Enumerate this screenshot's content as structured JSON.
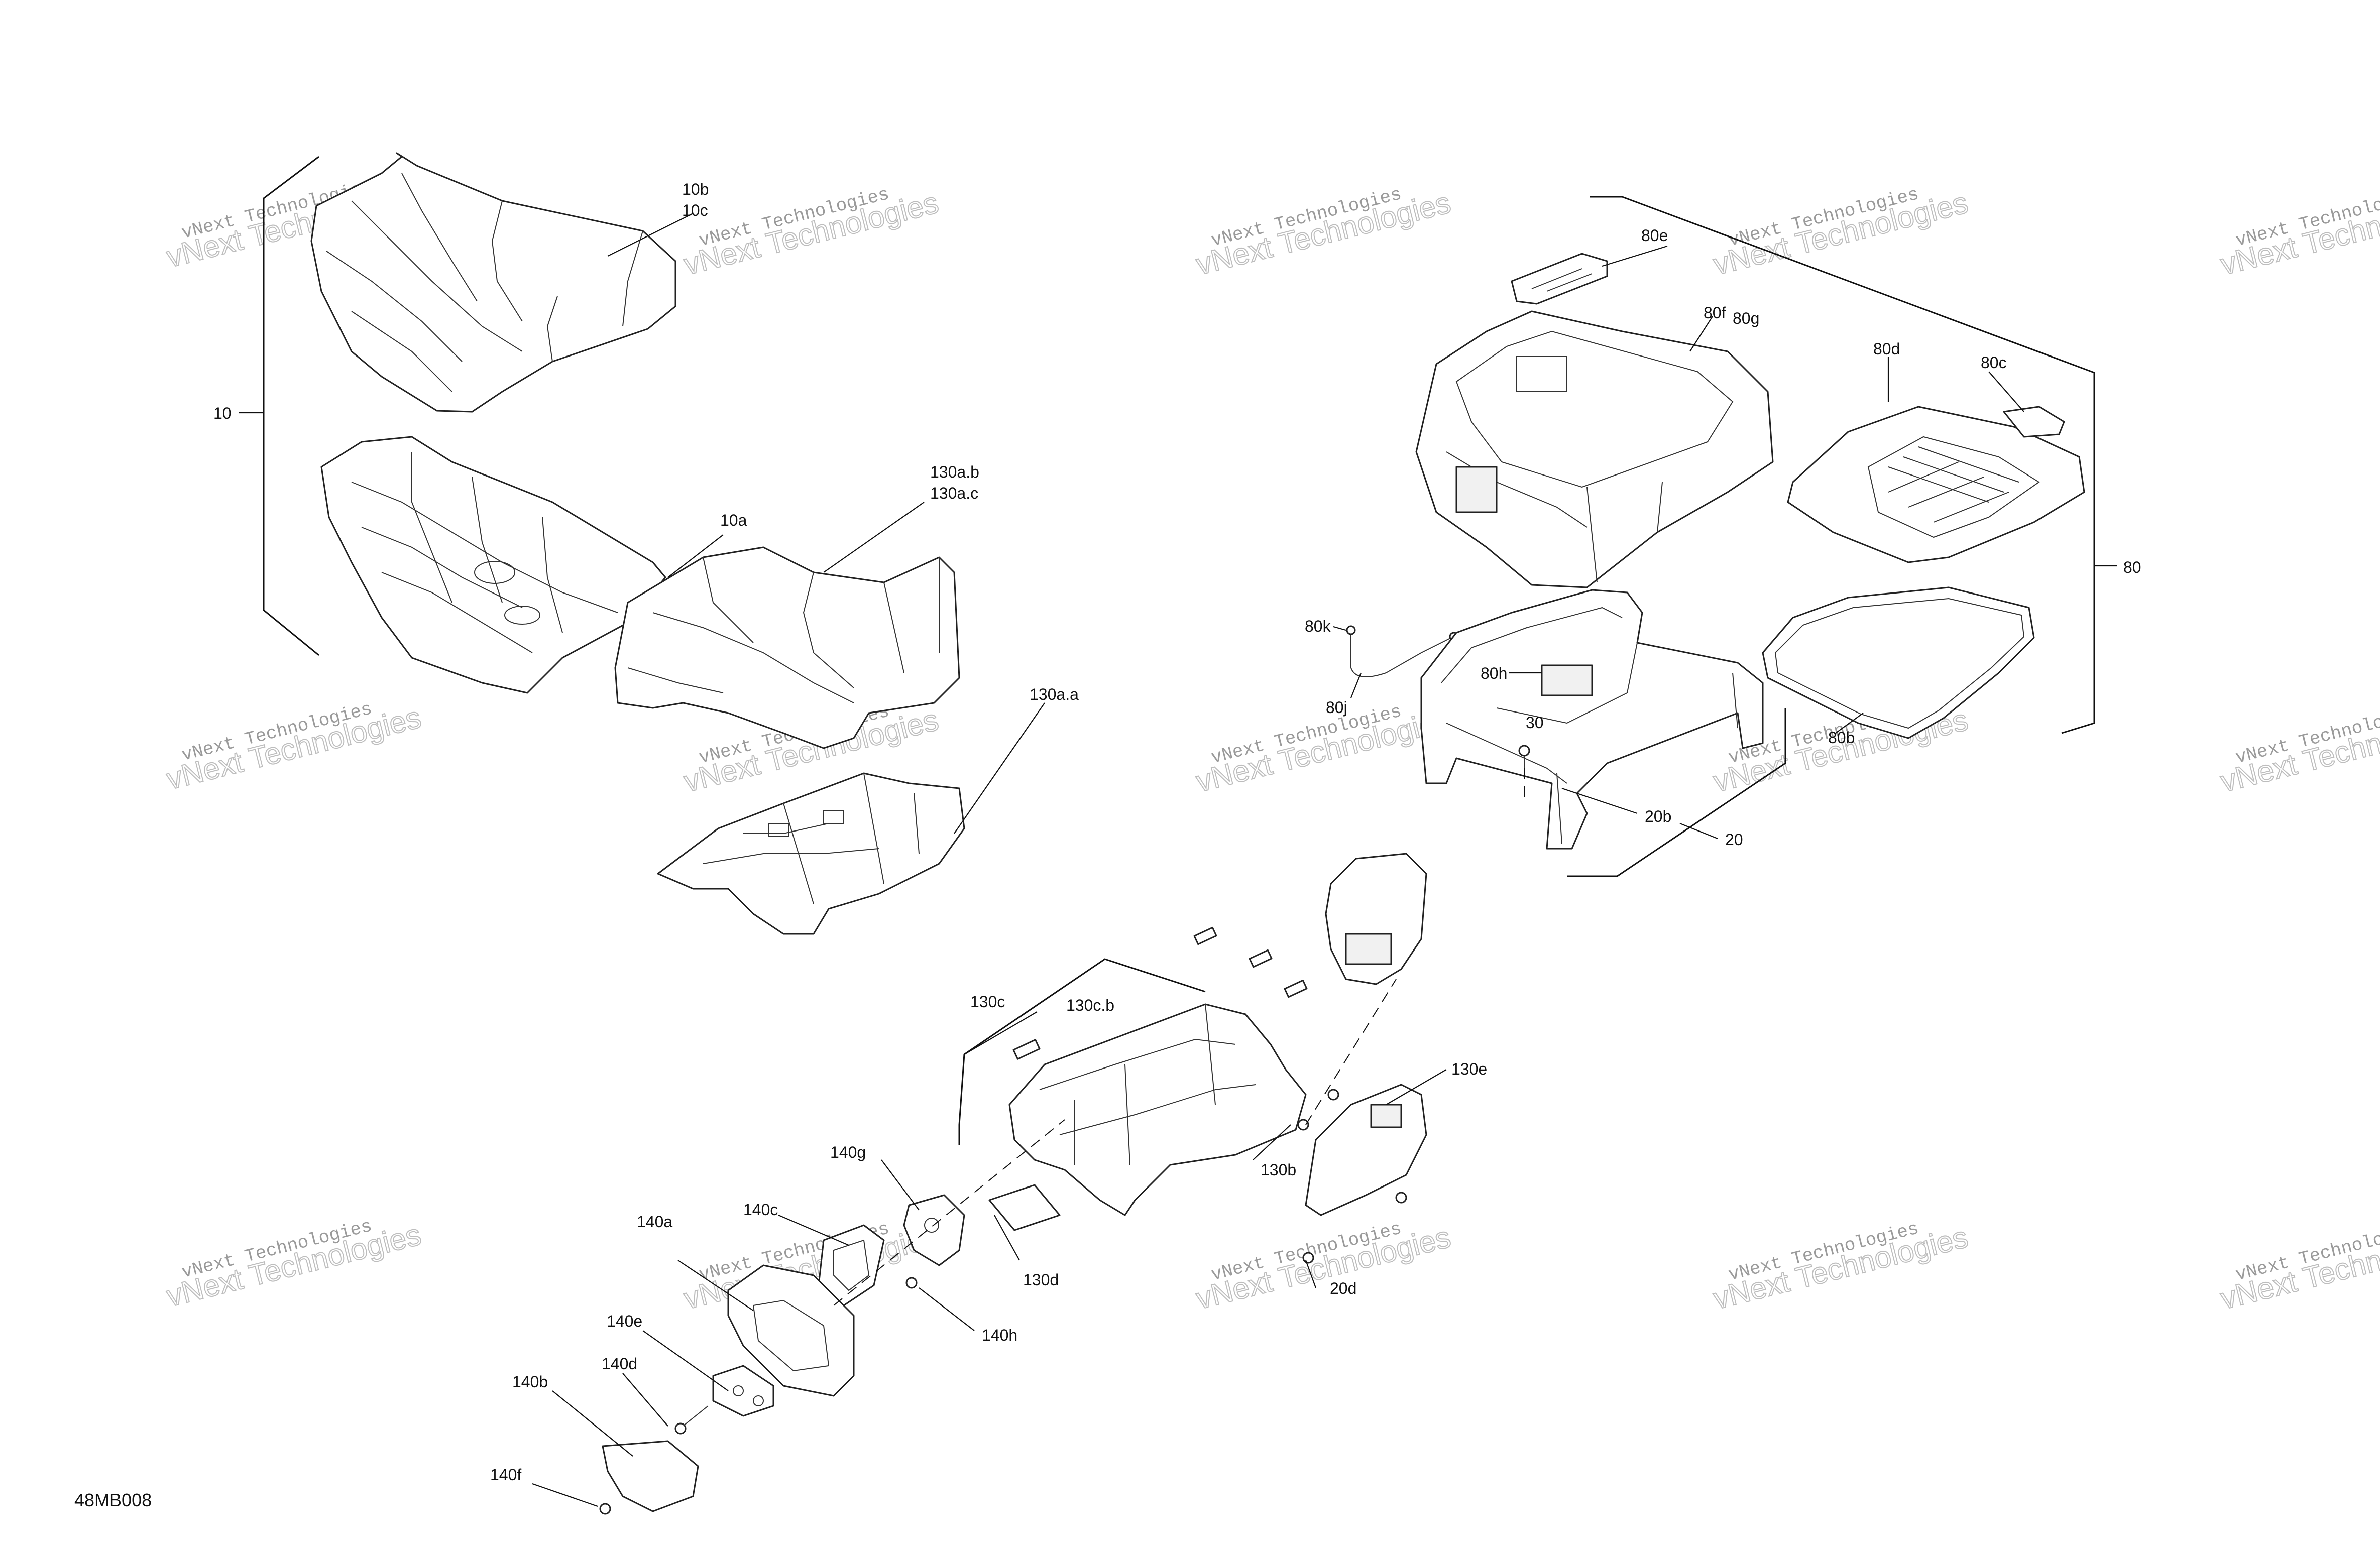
{
  "document_id": "48MB008",
  "watermark": {
    "line1": "vNext Technologies",
    "line2": "vNext Technologies"
  },
  "callouts": {
    "c10": "10",
    "c10a": "10a",
    "c10b": "10b",
    "c10c": "10c",
    "c20": "20",
    "c20b": "20b",
    "c30": "30",
    "c80": "80",
    "c80b": "80b",
    "c80c": "80c",
    "c80d": "80d",
    "c80e": "80e",
    "c80f": "80f",
    "c80g": "80g",
    "c80h": "80h",
    "c80j": "80j",
    "c80k": "80k",
    "c130ab": "130a.b",
    "c130ac": "130a.c",
    "c130aa": "130a.a",
    "c130b": "130b",
    "c130c": "130c",
    "c130cb": "130c.b",
    "c130d": "130d",
    "c130e": "130e",
    "c140a": "140a",
    "c140b": "140b",
    "c140c": "140c",
    "c140d": "140d",
    "c140e": "140e",
    "c140f": "140f",
    "c140g": "140g",
    "c140h": "140h",
    "c20d": "20d"
  }
}
